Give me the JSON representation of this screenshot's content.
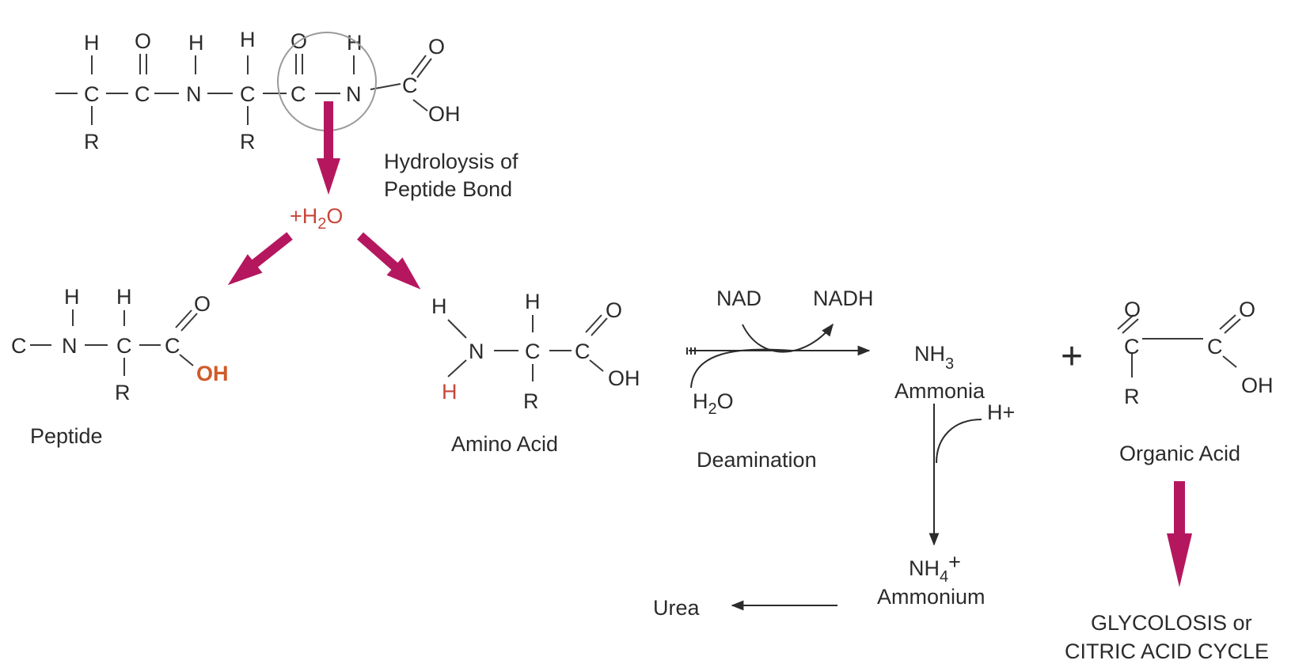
{
  "colors": {
    "arrow": "#b5175f",
    "highlight": "#c8463a",
    "ink": "#2b2b2b",
    "circle": "#9a9a9a"
  },
  "chain": {
    "h1": "H",
    "c1": "C",
    "r1": "R",
    "o1": "O",
    "c2": "C",
    "h2": "H",
    "n1": "N",
    "h3": "H",
    "c3": "C",
    "r2": "R",
    "o2": "O",
    "c4": "C",
    "h4": "H",
    "n2": "N",
    "o3": "O",
    "c5": "C",
    "oh": "OH"
  },
  "hydrolysis": {
    "line1": "Hydroloysis of",
    "line2": "Peptide Bond"
  },
  "water_add": {
    "plus_h": "+H",
    "two": "2",
    "o": "O"
  },
  "peptide": {
    "h_n": "H",
    "c_left": "C",
    "n": "N",
    "h_c": "H",
    "c": "C",
    "r": "R",
    "o": "O",
    "c_acid": "C",
    "oh": "OH",
    "label": "Peptide"
  },
  "amino_acid": {
    "h_top": "H",
    "n": "N",
    "h_bottom": "H",
    "h_c": "H",
    "c": "C",
    "r": "R",
    "o": "O",
    "c_acid": "C",
    "oh": "OH",
    "label": "Amino Acid"
  },
  "deamination": {
    "nad": "NAD",
    "nadh": "NADH",
    "h2o_h": "H",
    "h2o_2": "2",
    "h2o_o": "O",
    "label": "Deamination"
  },
  "ammonia": {
    "nh": "NH",
    "three": "3",
    "label": "Ammonia",
    "h_plus": "H+"
  },
  "plus_sign": "+",
  "organic_acid": {
    "o_left": "O",
    "c_left": "C",
    "r": "R",
    "o_right": "O",
    "c_right": "C",
    "oh": "OH",
    "label": "Organic Acid"
  },
  "ammonium": {
    "nh": "NH",
    "four": "4",
    "plus": "+",
    "label": "Ammonium"
  },
  "urea": "Urea",
  "cycle": {
    "line1": "GLYCOLOSIS or",
    "line2": "CITRIC ACID CYCLE"
  }
}
